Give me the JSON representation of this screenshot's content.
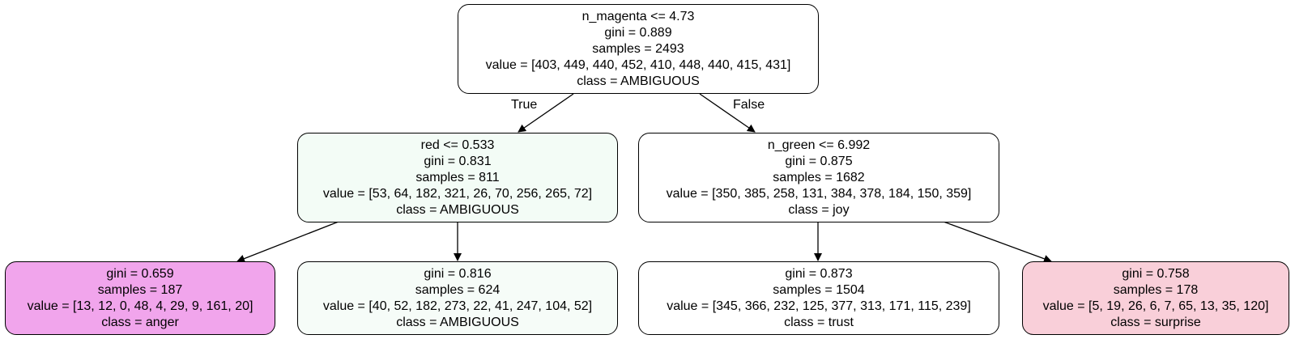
{
  "nodes": {
    "root": {
      "split": "n_magenta <= 4.73",
      "gini": "gini = 0.889",
      "samples": "samples = 2493",
      "value": "value = [403, 449, 440, 452, 410, 448, 440, 415, 431]",
      "class": "class = AMBIGUOUS",
      "fill": "#ffffff"
    },
    "left": {
      "split": "red <= 0.533",
      "gini": "gini = 0.831",
      "samples": "samples = 811",
      "value": "value = [53, 64, 182, 321, 26, 70, 256, 265, 72]",
      "class": "class = AMBIGUOUS",
      "fill": "#f3fcf6"
    },
    "right": {
      "split": "n_green <= 6.992",
      "gini": "gini = 0.875",
      "samples": "samples = 1682",
      "value": "value = [350, 385, 258, 131, 384, 378, 184, 150, 359]",
      "class": "class = joy",
      "fill": "#ffffff"
    },
    "left_left": {
      "gini": "gini = 0.659",
      "samples": "samples = 187",
      "value": "value = [13, 12, 0, 48, 4, 29, 9, 161, 20]",
      "class": "class = anger",
      "fill": "#f1a5ec"
    },
    "left_right": {
      "gini": "gini = 0.816",
      "samples": "samples = 624",
      "value": "value = [40, 52, 182, 273, 22, 41, 247, 104, 52]",
      "class": "class = AMBIGUOUS",
      "fill": "#f6fcf8"
    },
    "right_left": {
      "gini": "gini = 0.873",
      "samples": "samples = 1504",
      "value": "value = [345, 366, 232, 125, 377, 313, 171, 115, 239]",
      "class": "class = trust",
      "fill": "#ffffff"
    },
    "right_right": {
      "gini": "gini = 0.758",
      "samples": "samples = 178",
      "value": "value = [5, 19, 26, 6, 7, 65, 13, 35, 120]",
      "class": "class = surprise",
      "fill": "#f9cfd9"
    }
  },
  "edge_labels": {
    "true_label": "True",
    "false_label": "False"
  }
}
